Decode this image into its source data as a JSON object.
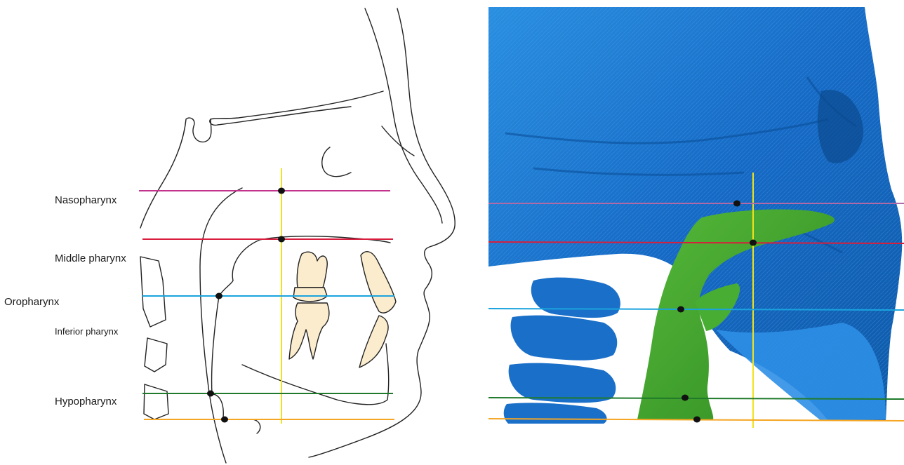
{
  "labels": {
    "nasopharynx": "Nasopharynx",
    "middle_pharynx": "Middle pharynx",
    "oropharynx": "Oropharynx",
    "inferior_pharynx": "Inferior pharynx",
    "hypopharynx": "Hypopharynx"
  },
  "colors": {
    "nasopharynx_line": "#c2338e",
    "middle_pharynx_line": "#d81e3c",
    "oropharynx_line": "#1aa3de",
    "hypopharynx_line": "#1f7a2a",
    "inferior_line": "#f5a623",
    "vertical_line": "#f2e21a",
    "landmark_dot": "#111111",
    "skull_blue": "#1e78d0",
    "airway_green": "#3fa52c",
    "tooth_fill": "#fbeccd",
    "outline": "#222222"
  }
}
